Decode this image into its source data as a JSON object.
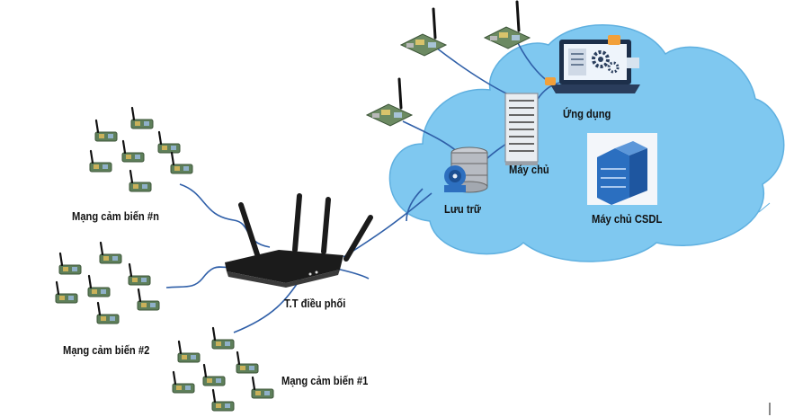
{
  "labels": {
    "app": "Ứng dụng",
    "server": "Máy chủ",
    "storage": "Lưu trữ",
    "db_server": "Máy chủ CSDL",
    "coordinator": "T.T điều phối",
    "net_n": "Mạng cảm biến #n",
    "net_2": "Mạng cảm biến #2",
    "net_1": "Mạng cảm biến #1"
  },
  "colors": {
    "cloud": "#7fc8f0",
    "cloud_edge": "#5fb0e0",
    "link": "#2f5fa8",
    "router": "#1b1b1b",
    "pcb": "#5e7f5a",
    "server_blue": "#2b6fc0"
  },
  "icons": {
    "laptop": "laptop-gear-icon",
    "server": "server-rack-icon",
    "storage": "database-disk-icon",
    "db": "datacenter-icon",
    "router": "wifi-router-icon",
    "node": "sensor-node-icon"
  }
}
